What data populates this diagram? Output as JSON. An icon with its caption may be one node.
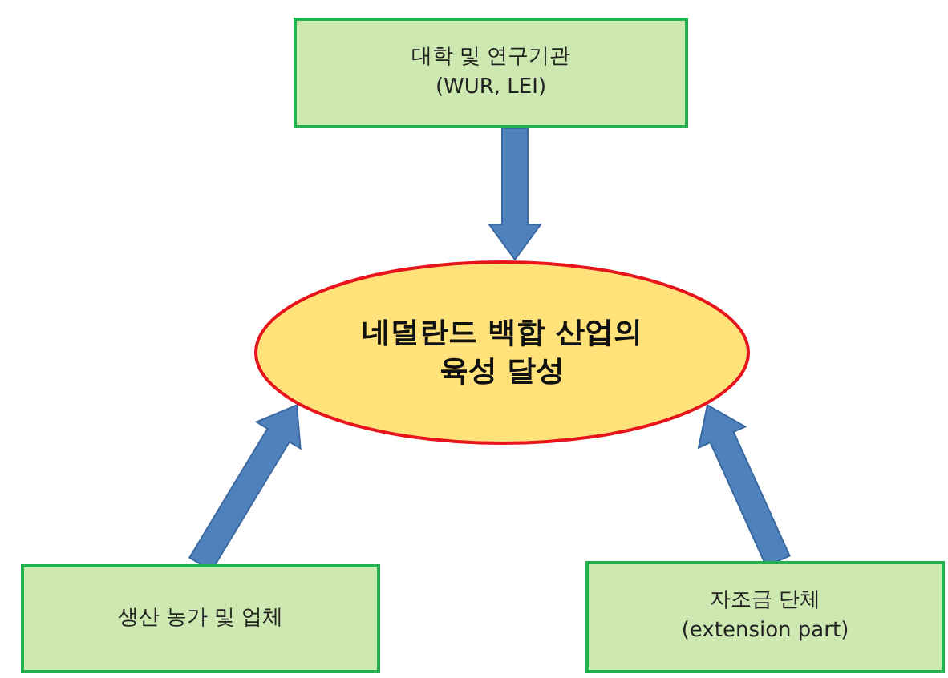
{
  "diagram": {
    "nodes": [
      {
        "text": [
          "대학 및 연구기관 (WUR, LEI)"
        ]
      },
      {
        "text": [
          "네덜란드 백합 산업의 육성 달성"
        ]
      },
      {
        "text": [
          "생산 농가 및 업체"
        ]
      },
      {
        "text": [
          "자조금 단체 (extension part)"
        ]
      }
    ],
    "edges": [
      {
        "from": 0,
        "to": 1,
        "arrow": "to"
      },
      {
        "from": 2,
        "to": 1,
        "arrow": "to"
      },
      {
        "from": 3,
        "to": 1,
        "arrow": "to"
      }
    ]
  }
}
